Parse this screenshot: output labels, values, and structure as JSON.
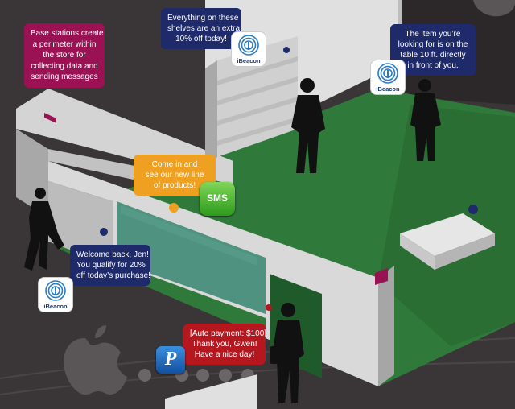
{
  "colors": {
    "background": "#3a3536",
    "floor": "#2f7a3a",
    "wall": "#d9d9d9",
    "magenta_bubble": "#9b1254",
    "navy_bubble": "#1f2a6b",
    "orange_bubble": "#f0a020",
    "red_bubble": "#b5171f"
  },
  "bubbles": {
    "base_stations": [
      "Base stations create",
      "a perimeter within",
      "the store for",
      "collecting data and",
      "sending messages"
    ],
    "shelves_discount": [
      "Everything on these",
      "shelves are an extra",
      "10% off today!"
    ],
    "item_location": [
      "The item you’re",
      "looking for is on the",
      "table 10 ft. directly",
      "in front of you."
    ],
    "come_in": [
      "Come in and",
      "see our new line",
      "of products!"
    ],
    "welcome_back": [
      "Welcome back, Jen!",
      "You qualify for 20%",
      "off today’s purchase!"
    ],
    "auto_payment": [
      "[Auto payment: $100]",
      "Thank you, Gwen!",
      "Have a  nice day!"
    ]
  },
  "icons": {
    "ibeacon_label": "iBeacon",
    "sms_label": "SMS",
    "paypal_label": "P"
  }
}
